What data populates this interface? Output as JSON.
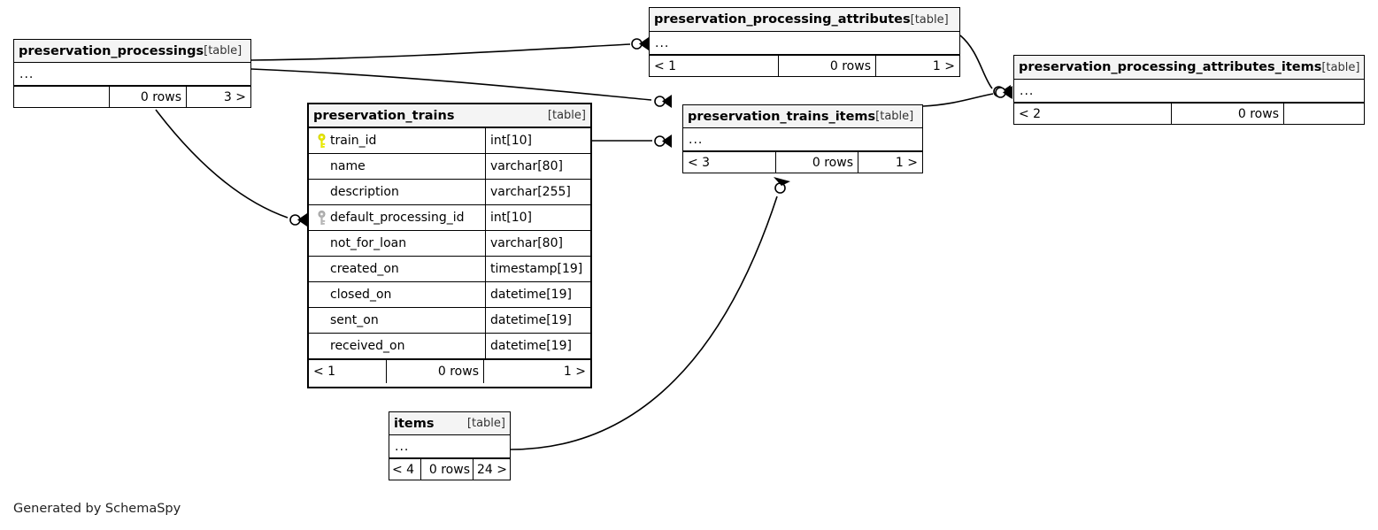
{
  "diagram": {
    "generator_note": "Generated by SchemaSpy",
    "table_tag": "[table]",
    "ellipsis": "...",
    "rows_label": "0 rows",
    "pk_icon": "yellow-key-icon",
    "fk_icon": "gray-key-icon"
  },
  "tables": {
    "preservation_processings": {
      "name": "preservation_processings",
      "tag": "[table]",
      "ellipsis": "...",
      "footer": {
        "left": "",
        "rows": "0 rows",
        "right": "3 >"
      }
    },
    "preservation_processing_attributes": {
      "name": "preservation_processing_attributes",
      "tag": "[table]",
      "ellipsis": "...",
      "footer": {
        "left": "< 1",
        "rows": "0 rows",
        "right": "1 >"
      }
    },
    "preservation_processing_attributes_items": {
      "name": "preservation_processing_attributes_items",
      "tag": "[table]",
      "ellipsis": "...",
      "footer": {
        "left": "< 2",
        "rows": "0 rows",
        "right": ""
      }
    },
    "preservation_trains_items": {
      "name": "preservation_trains_items",
      "tag": "[table]",
      "ellipsis": "...",
      "footer": {
        "left": "< 3",
        "rows": "0 rows",
        "right": "1 >"
      }
    },
    "items": {
      "name": "items",
      "tag": "[table]",
      "ellipsis": "...",
      "footer": {
        "left": "< 4",
        "rows": "0 rows",
        "right": "24 >"
      }
    },
    "preservation_trains": {
      "name": "preservation_trains",
      "tag": "[table]",
      "columns": [
        {
          "key": "pk",
          "name": "train_id",
          "type": "int[10]"
        },
        {
          "key": "",
          "name": "name",
          "type": "varchar[80]"
        },
        {
          "key": "",
          "name": "description",
          "type": "varchar[255]"
        },
        {
          "key": "fk",
          "name": "default_processing_id",
          "type": "int[10]"
        },
        {
          "key": "",
          "name": "not_for_loan",
          "type": "varchar[80]"
        },
        {
          "key": "",
          "name": "created_on",
          "type": "timestamp[19]"
        },
        {
          "key": "",
          "name": "closed_on",
          "type": "datetime[19]"
        },
        {
          "key": "",
          "name": "sent_on",
          "type": "datetime[19]"
        },
        {
          "key": "",
          "name": "received_on",
          "type": "datetime[19]"
        }
      ],
      "footer": {
        "left": "< 1",
        "rows": "0 rows",
        "right": "1 >"
      }
    }
  },
  "colors": {
    "line": "#000000",
    "header_fill": "#f4f4f4",
    "pk_key": "#e8e800",
    "fk_key": "#b4b4b4"
  }
}
